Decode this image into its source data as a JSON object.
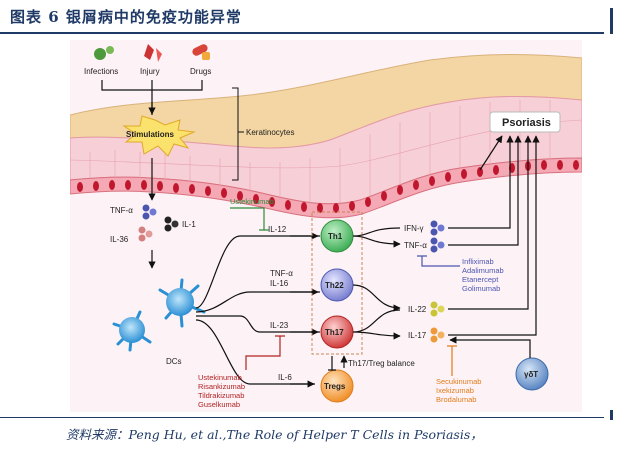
{
  "header": {
    "title": "图表 6   银屑病中的免疫功能异常",
    "source": "资料来源：Peng Hu, et al.,The Role of Helper T Cells in Psoriasis，"
  },
  "diagram": {
    "triggers": [
      "Infections",
      "Injury",
      "Drugs"
    ],
    "stimulations": "Stimulations",
    "keratinocytes": "Keratinocytes",
    "psoriasis": "Psoriasis",
    "cytokines_top": {
      "tnfa": "TNF-α",
      "il1": "IL-1",
      "il36": "IL-36"
    },
    "dcs": "DCs",
    "paths": {
      "il12": "IL-12",
      "tnfa": "TNF-α",
      "il16": "IL-16",
      "il23": "IL-23",
      "il6": "IL-6"
    },
    "cells": {
      "th1": "Th1",
      "th22": "Th22",
      "th17": "Th17",
      "tregs": "Tregs",
      "gdt": "γδT"
    },
    "balance": "Th17/Treg balance",
    "outputs": {
      "ifng": "IFN-γ",
      "tnfa": "TNF-α",
      "il22": "IL-22",
      "il17": "IL-17"
    },
    "drugs": {
      "il12": [
        "Ustekinumab"
      ],
      "il23": [
        "Ustekinumab",
        "Risankizumab",
        "Tildrakizumab",
        "Guselkumab"
      ],
      "tnfa": [
        "Infliximab",
        "Adalimumab",
        "Etanercept",
        "Golimumab"
      ],
      "il17": [
        "Secukinumab",
        "Ixekizumab",
        "Brodalumab"
      ]
    },
    "colors": {
      "title": "#1f3a66",
      "red_drug": "#b22222",
      "blue_drug": "#4b56b0",
      "green_drug": "#2e8b3a",
      "orange_drug": "#e07b1a"
    }
  }
}
